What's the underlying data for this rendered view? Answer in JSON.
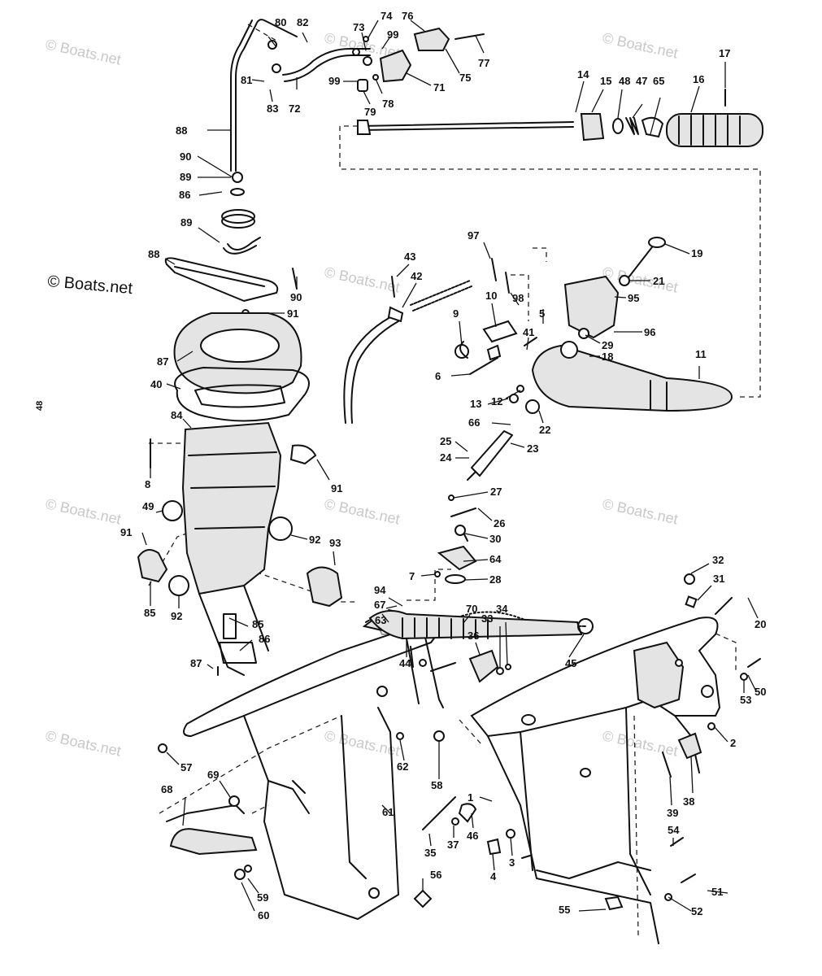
{
  "watermark": {
    "faint_text": "© Boats.net",
    "strong_text": "© Boats.net"
  },
  "side_mark": "48",
  "parts": [
    "1",
    "2",
    "3",
    "4",
    "5",
    "6",
    "7",
    "8",
    "9",
    "10",
    "11",
    "12",
    "13",
    "14",
    "15",
    "16",
    "17",
    "18",
    "19",
    "20",
    "21",
    "22",
    "23",
    "24",
    "25",
    "26",
    "27",
    "28",
    "29",
    "30",
    "31",
    "32",
    "33",
    "34",
    "35",
    "36",
    "37",
    "38",
    "39",
    "40",
    "41",
    "42",
    "43",
    "44",
    "45",
    "46",
    "47",
    "48",
    "49",
    "50",
    "51",
    "52",
    "53",
    "54",
    "55",
    "56",
    "57",
    "58",
    "59",
    "60",
    "61",
    "62",
    "63",
    "64",
    "65",
    "66",
    "67",
    "68",
    "69",
    "70",
    "71",
    "72",
    "73",
    "74",
    "75",
    "76",
    "77",
    "78",
    "79",
    "80",
    "81",
    "82",
    "83",
    "84",
    "85",
    "86",
    "87",
    "88",
    "89",
    "90",
    "91",
    "92",
    "93",
    "94",
    "95",
    "96",
    "97",
    "98",
    "99"
  ]
}
